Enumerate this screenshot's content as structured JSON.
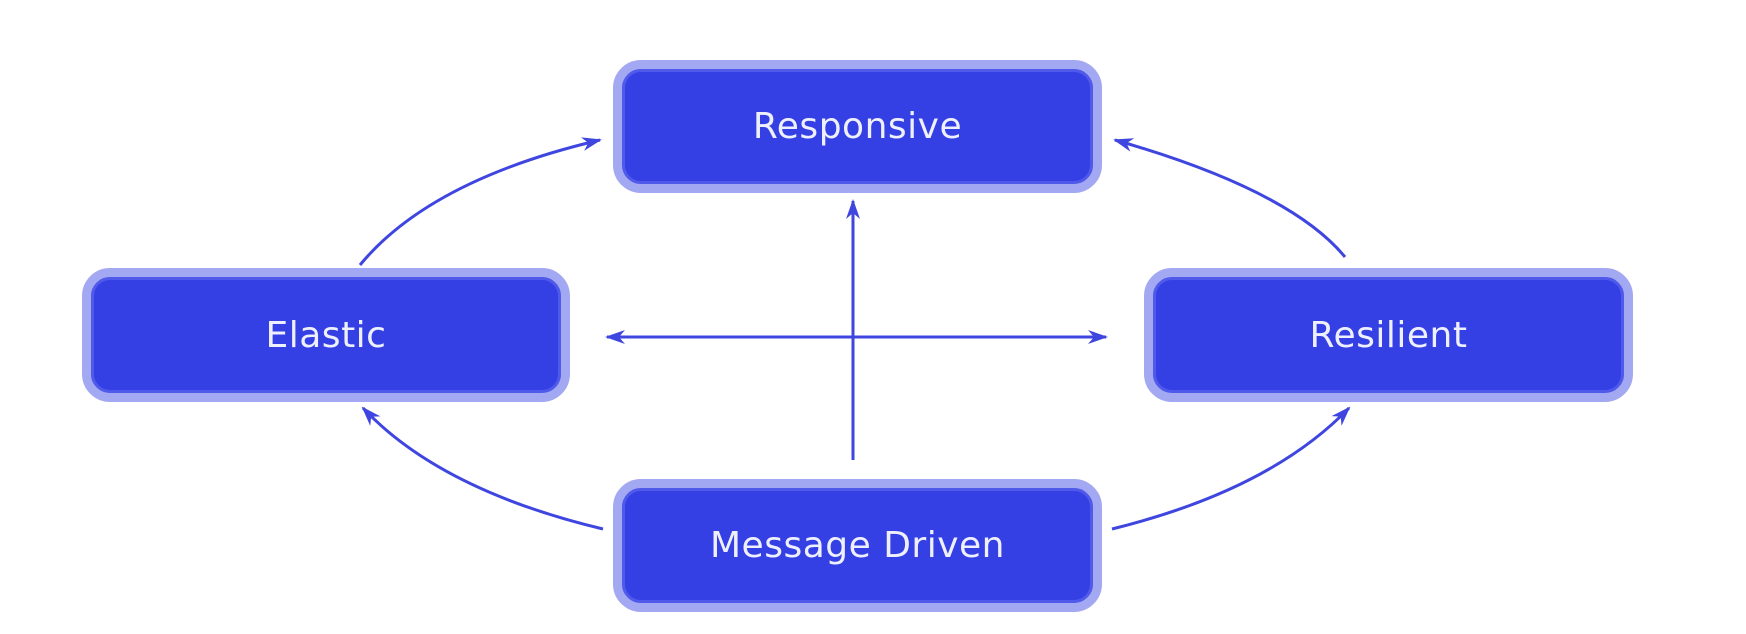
{
  "diagram": {
    "nodes": [
      {
        "id": "responsive",
        "label": "Responsive"
      },
      {
        "id": "elastic",
        "label": "Elastic"
      },
      {
        "id": "resilient",
        "label": "Resilient"
      },
      {
        "id": "message-driven",
        "label": "Message Driven"
      }
    ],
    "edges": [
      {
        "from": "elastic",
        "to": "responsive"
      },
      {
        "from": "resilient",
        "to": "responsive"
      },
      {
        "from": "message-driven",
        "to": "responsive"
      },
      {
        "from": "message-driven",
        "to": "elastic"
      },
      {
        "from": "message-driven",
        "to": "resilient"
      },
      {
        "from": "elastic",
        "to": "resilient",
        "bidirectional": true
      }
    ],
    "colors": {
      "node_fill": "#3440e3",
      "node_border": "#a3a8f2",
      "edge": "#3f46e0",
      "label": "#eef0ff"
    }
  }
}
